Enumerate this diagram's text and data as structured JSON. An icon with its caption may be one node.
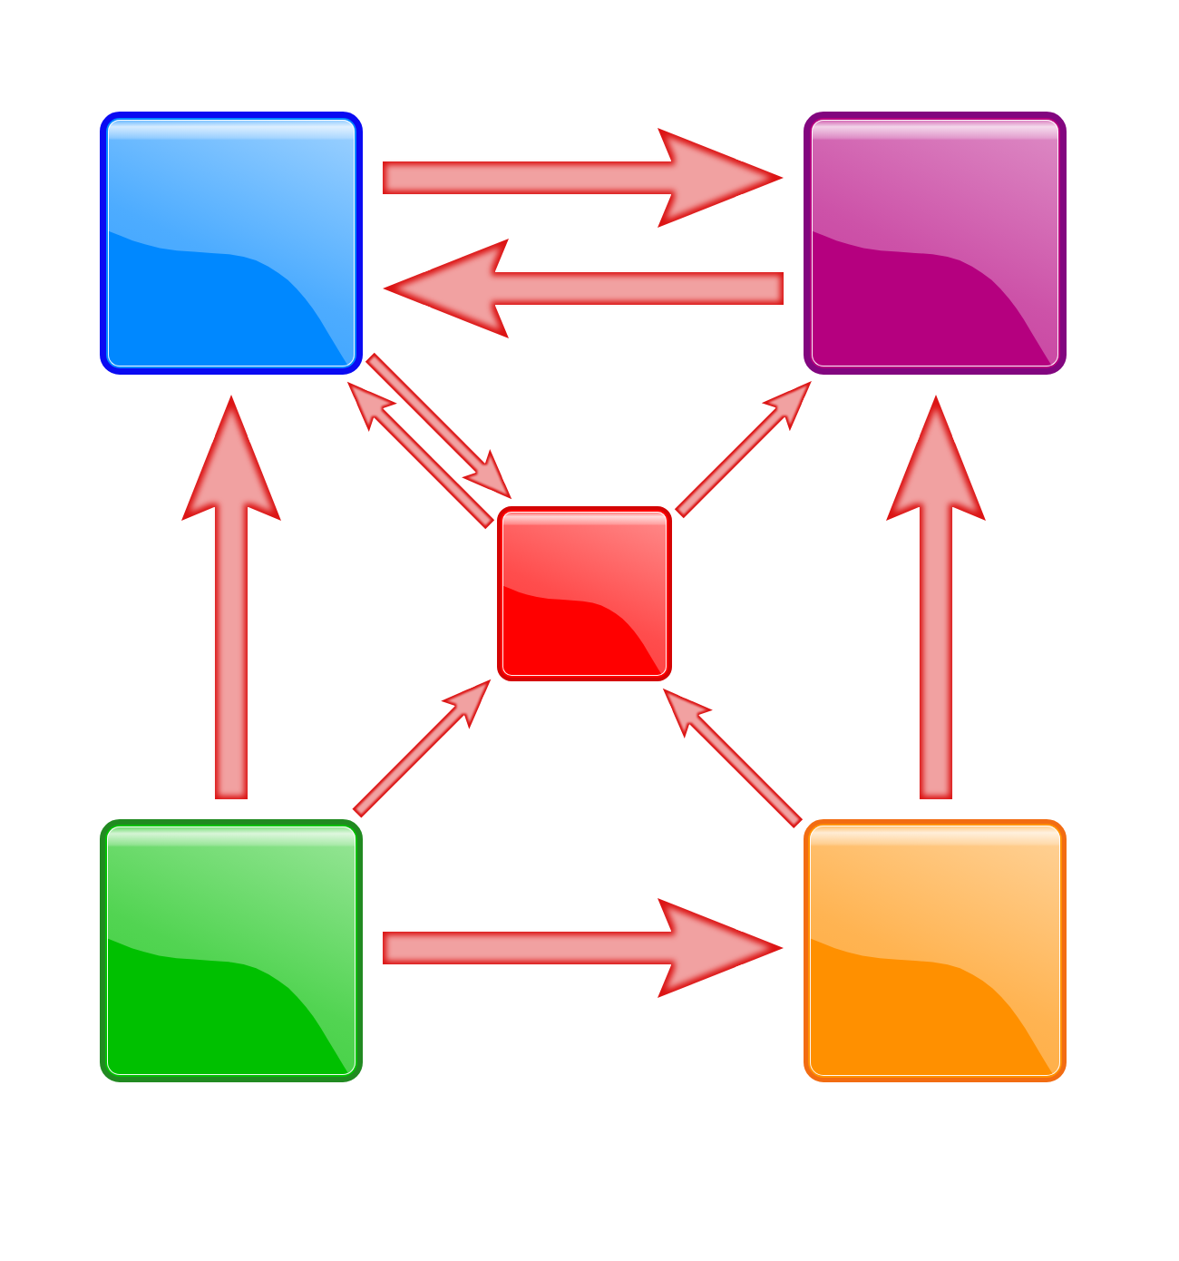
{
  "diagram": {
    "nodes": [
      {
        "text": [],
        "shape": "box"
      },
      {
        "text": [],
        "shape": "box"
      },
      {
        "text": [],
        "shape": "box"
      },
      {
        "text": [],
        "shape": "box"
      },
      {
        "text": [],
        "shape": "box"
      }
    ],
    "edges": [
      {
        "from": 0,
        "to": 1,
        "arrow": "to",
        "style": "thick"
      },
      {
        "from": 1,
        "to": 0,
        "arrow": "to",
        "style": "thick"
      },
      {
        "from": 0,
        "to": 2,
        "arrow": "to"
      },
      {
        "from": 2,
        "to": 0,
        "arrow": "to"
      },
      {
        "from": 2,
        "to": 1,
        "arrow": "to"
      },
      {
        "from": 3,
        "to": 0,
        "arrow": "to",
        "style": "thick"
      },
      {
        "from": 3,
        "to": 2,
        "arrow": "to"
      },
      {
        "from": 4,
        "to": 2,
        "arrow": "to"
      },
      {
        "from": 4,
        "to": 1,
        "arrow": "to",
        "style": "thick"
      },
      {
        "from": 3,
        "to": 4,
        "arrow": "to",
        "style": "thick"
      }
    ]
  }
}
